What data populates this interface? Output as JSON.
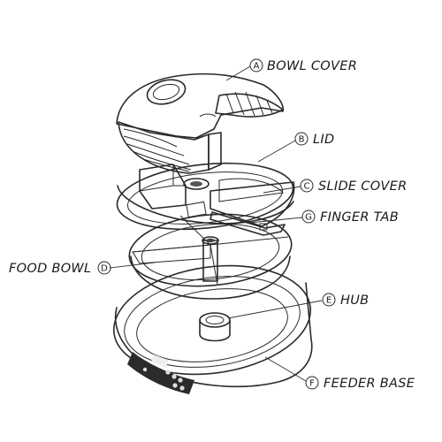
{
  "labels": [
    {
      "letter": "A",
      "text": "BOWL COVER"
    },
    {
      "letter": "B",
      "text": "LID"
    },
    {
      "letter": "C",
      "text": "SLIDE COVER"
    },
    {
      "letter": "G",
      "text": "FINGER TAB"
    },
    {
      "letter": "D",
      "text": "FOOD BOWL"
    },
    {
      "letter": "E",
      "text": "HUB"
    },
    {
      "letter": "F",
      "text": "FEEDER BASE"
    }
  ]
}
